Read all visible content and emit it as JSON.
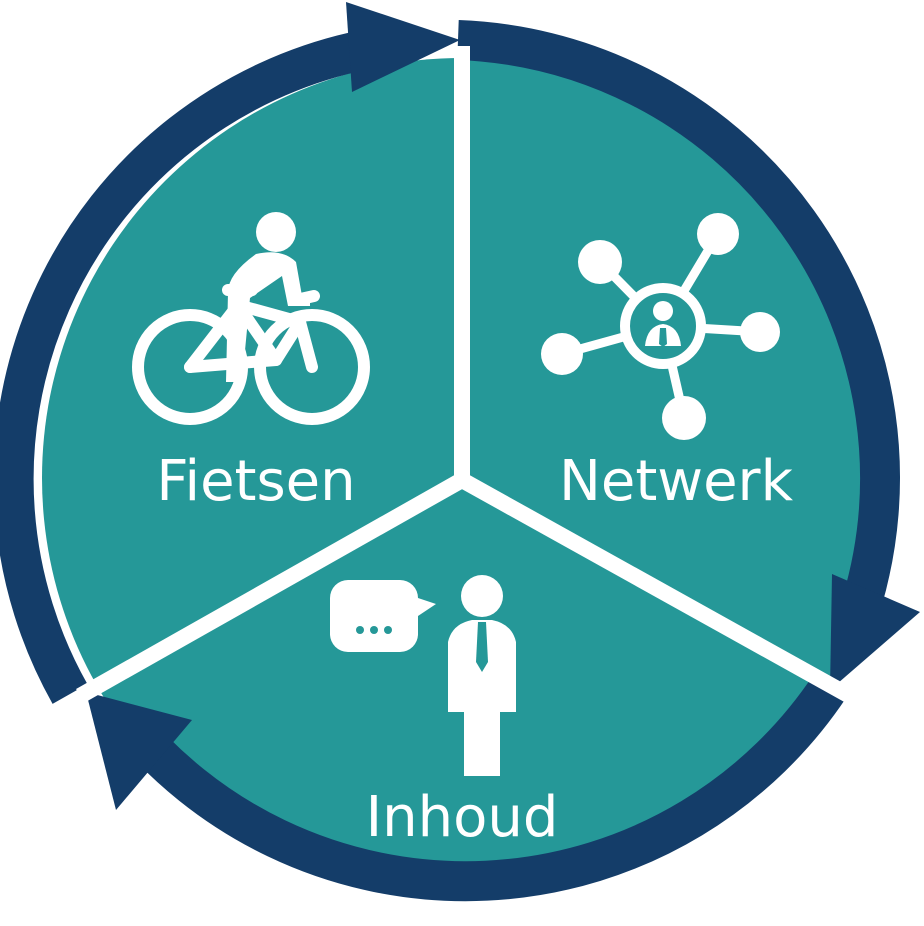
{
  "segments": [
    {
      "label": "Fietsen",
      "icon": "cyclist-icon"
    },
    {
      "label": "Netwerk",
      "icon": "network-icon"
    },
    {
      "label": "Inhoud",
      "icon": "speaker-speech-bubble-icon"
    }
  ],
  "colors": {
    "segment_fill": "#259898",
    "cycle_arrow": "#143d69",
    "divider": "#ffffff",
    "icon": "#ffffff",
    "label": "#ffffff"
  },
  "cycle_direction": "clockwise"
}
